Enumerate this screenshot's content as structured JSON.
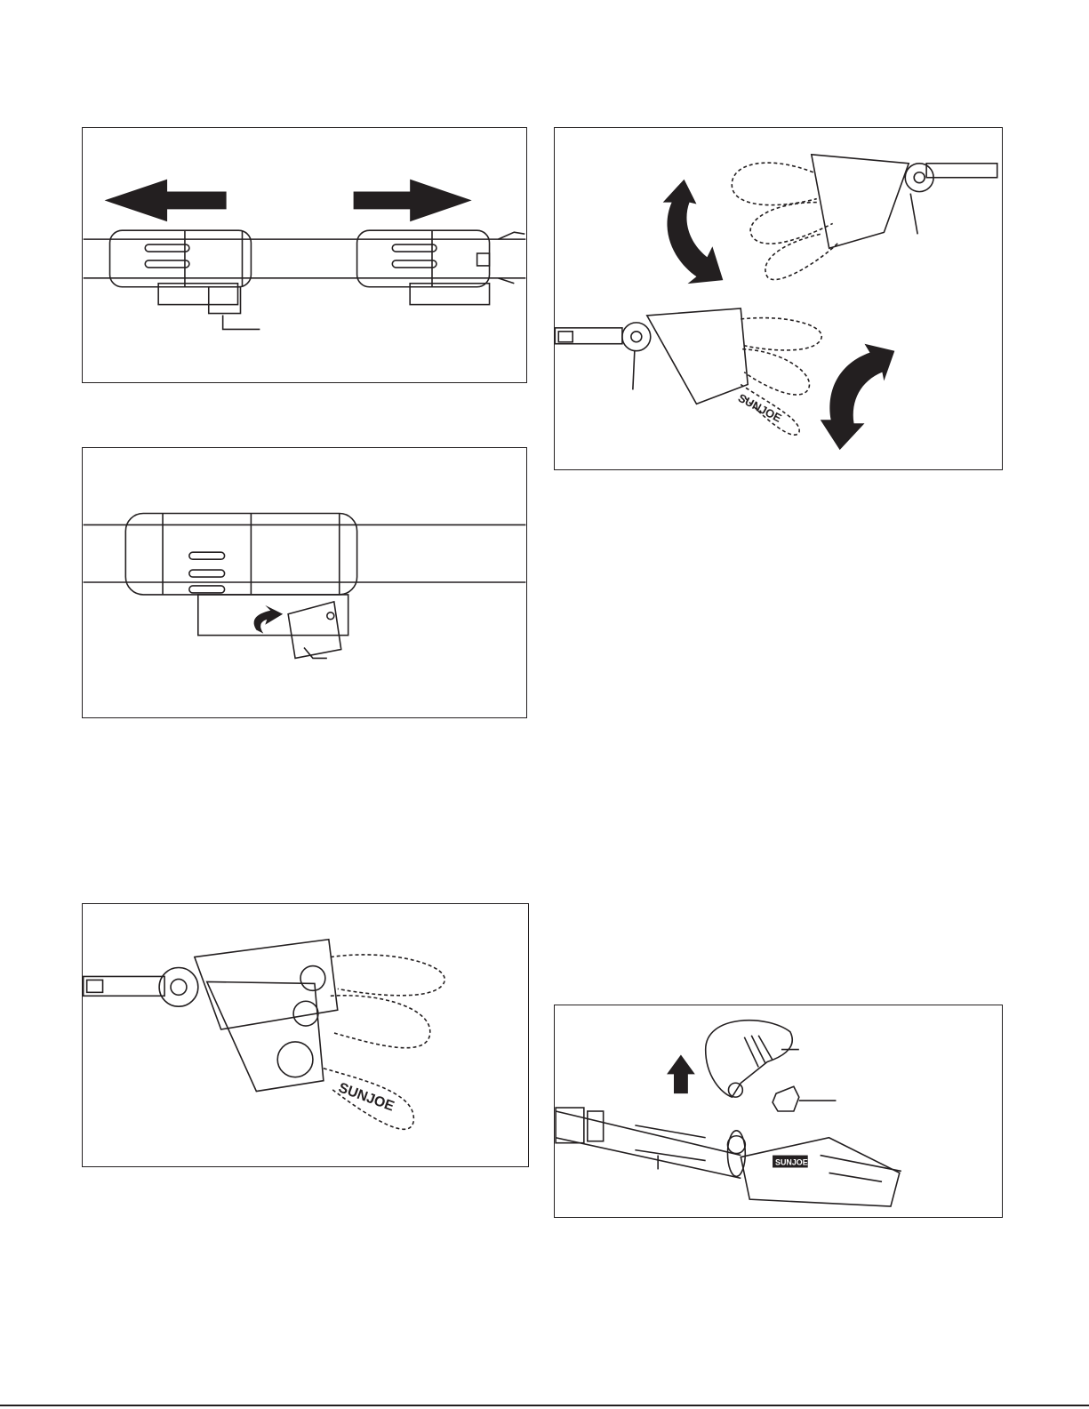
{
  "figures": {
    "pole_extend": {
      "arrow_left": "left-arrow-icon",
      "arrow_right": "right-arrow-icon"
    },
    "lock_lever": {
      "arrow": "curved-arrow-icon"
    },
    "saw_head_angles": {
      "brand": "SUNJOE"
    },
    "head_pivot": {
      "brand": "SUNJOE",
      "arrow_top": "rotate-arrow-icon",
      "arrow_bottom": "rotate-arrow-icon"
    },
    "handle_assembly": {
      "brand": "SUNJOE",
      "arrow_up": "up-arrow-icon"
    }
  },
  "colors": {
    "line": "#231f20",
    "fill_dark": "#231f20",
    "paper": "#ffffff"
  }
}
